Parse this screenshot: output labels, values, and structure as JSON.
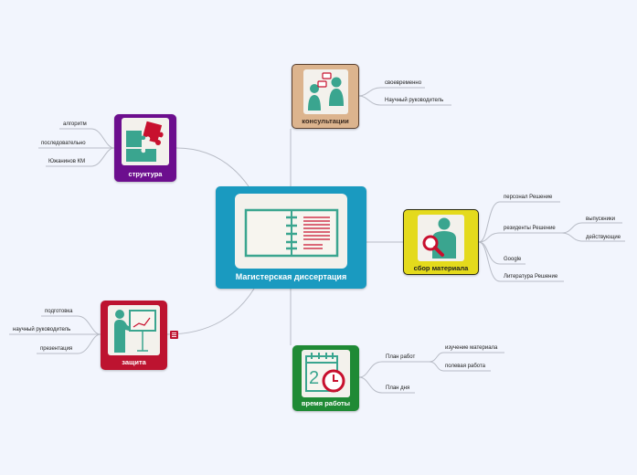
{
  "central": {
    "title": "Магистерская диссертация"
  },
  "branches": {
    "konsultacii": {
      "title": "консультации",
      "leaves": [
        "своевременно",
        "Научный руководитель"
      ]
    },
    "struktura": {
      "title": "структура",
      "leaves": [
        "алгоритм",
        "последовательно",
        "Южанинов КМ"
      ]
    },
    "sbor": {
      "title": "сбор материала",
      "leaves": [
        "персонал Решение",
        "резиденты Решение",
        "Google",
        "Литература Решение"
      ],
      "sub_leaves": [
        "выпускники",
        "действующие"
      ]
    },
    "zashchita": {
      "title": "защита",
      "leaves": [
        "подготовка",
        "научный руководитель",
        "презентация"
      ]
    },
    "vremya": {
      "title": "время работы",
      "leaves": [
        "План работ",
        "План дня"
      ],
      "sub_leaves": [
        "изучение материала",
        "полевая работа"
      ]
    }
  },
  "colors": {
    "background": "#f2f5fd",
    "central": "#1a9ac0",
    "konsultacii": "#dcb48e",
    "struktura": "#6c0e8e",
    "sbor": "#e4da1c",
    "zashchita": "#bd1330",
    "vremya": "#1f8a35",
    "teal": "#3aa58f",
    "red": "#c8102e",
    "connector": "#b8bcc6"
  },
  "icons": {
    "central": "notebook-icon",
    "konsultacii": "consultation-people-icon",
    "struktura": "puzzle-icon",
    "sbor": "person-magnifier-icon",
    "zashchita": "presenter-board-icon",
    "vremya": "calendar-clock-icon",
    "note": "note-icon"
  }
}
